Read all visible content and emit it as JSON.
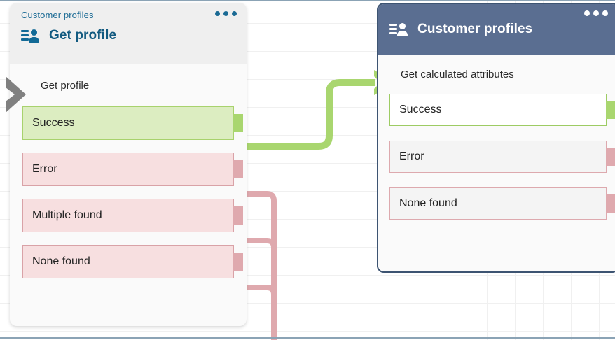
{
  "canvas": {
    "grid": true,
    "background_color": "#ffffff",
    "grid_color": "#f0f0f0",
    "border_color": "#8ba3b5"
  },
  "colors": {
    "left_header_bg": "#efefef",
    "left_accent_text": "#126a96",
    "right_header_bg": "#5a6e91",
    "right_border": "#3d5472",
    "success_fill": "#dcedc1",
    "success_border": "#a8d26d",
    "error_fill": "#f7dfe0",
    "error_border": "#d9a2a7",
    "connector_green": "#a9d66f",
    "connector_pink": "#dfa9ae",
    "entry_chevron": "#808080"
  },
  "nodes": [
    {
      "id": "get-profile",
      "eyebrow": "Customer profiles",
      "title": "Get profile",
      "icon": "contact-card-icon",
      "menu_icon": "more-options-icon",
      "step_name": "Get profile",
      "branches": [
        {
          "label": "Success",
          "kind": "success"
        },
        {
          "label": "Error",
          "kind": "error"
        },
        {
          "label": "Multiple found",
          "kind": "error"
        },
        {
          "label": "None found",
          "kind": "error"
        }
      ]
    },
    {
      "id": "get-calculated-attributes",
      "title": "Customer profiles",
      "icon": "contact-card-icon",
      "menu_icon": "more-options-icon",
      "step_name": "Get calculated attributes",
      "branches": [
        {
          "label": "Success",
          "kind": "success"
        },
        {
          "label": "Error",
          "kind": "error"
        },
        {
          "label": "None found",
          "kind": "error"
        }
      ]
    }
  ]
}
